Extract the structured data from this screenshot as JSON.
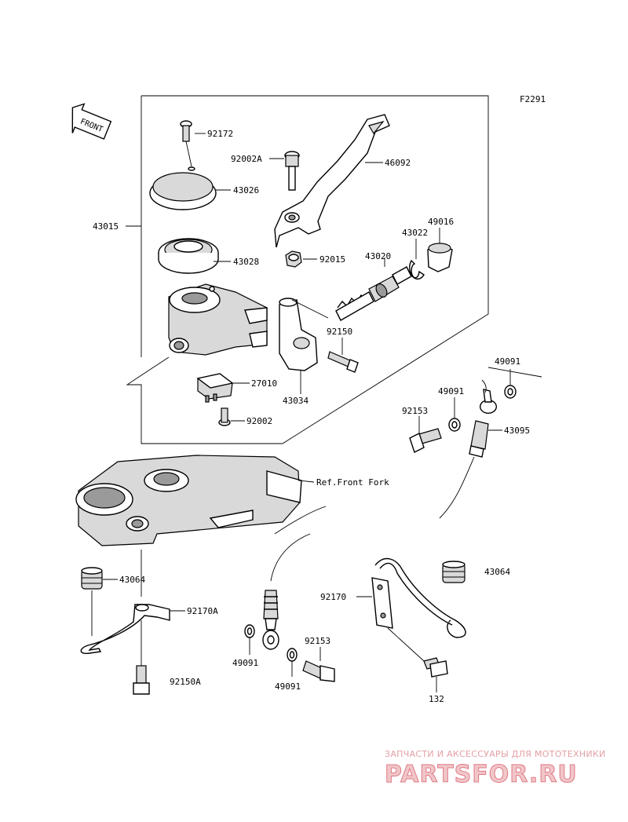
{
  "figure_code": "F2291",
  "front_arrow": "FRONT",
  "labels": {
    "p92172": "92172",
    "p92002A": "92002A",
    "p46092": "46092",
    "p43026": "43026",
    "p43015": "43015",
    "p49016": "49016",
    "p43022": "43022",
    "p43028": "43028",
    "p92015": "92015",
    "p43020": "43020",
    "p92150": "92150",
    "p27010": "27010",
    "p43034": "43034",
    "p92002": "92002",
    "p49091a": "49091",
    "p49091b": "49091",
    "p92153a": "92153",
    "p43095": "43095",
    "ref_fork": "Ref.Front Fork",
    "p43064a": "43064",
    "p43064b": "43064",
    "p92170A": "92170A",
    "p92170": "92170",
    "p92150A": "92150A",
    "p49091c": "49091",
    "p92153b": "92153",
    "p49091d": "49091",
    "p132": "132"
  },
  "watermark": {
    "tagline": "ЗАПЧАСТИ И АКСЕССУАРЫ ДЛЯ МОТОТЕХНИКИ",
    "brand": "PARTSFOR.RU"
  }
}
